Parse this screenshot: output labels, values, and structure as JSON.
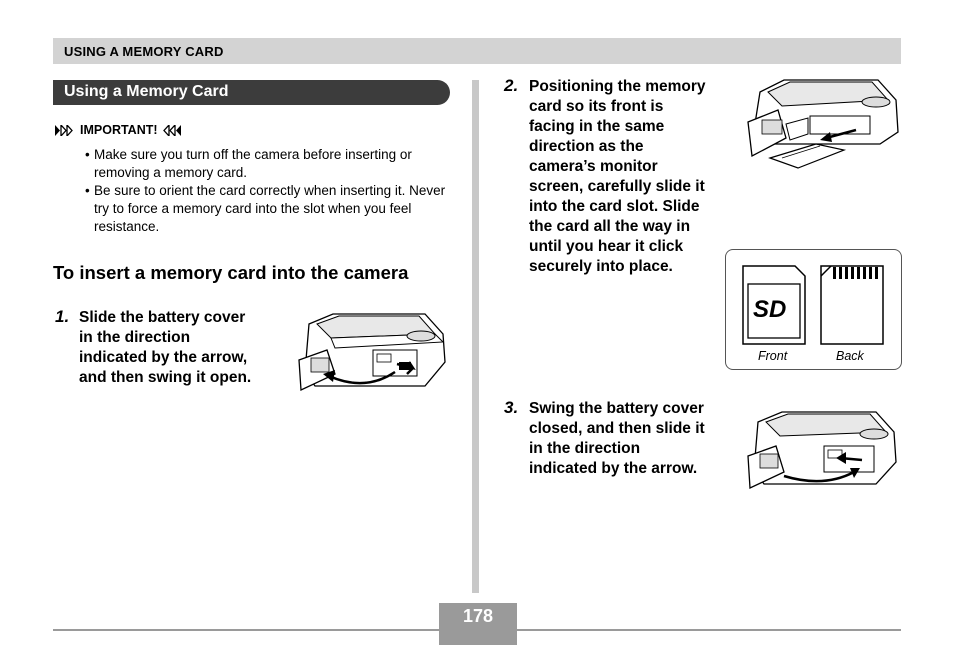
{
  "header": {
    "title": "USING A MEMORY CARD"
  },
  "section": {
    "title": "Using a Memory Card"
  },
  "important": {
    "label": "IMPORTANT!",
    "bullets": [
      "Make sure you turn off the camera before inserting or removing a memory card.",
      "Be sure to orient the card correctly when inserting it. Never try to force a memory card into the slot when you feel resistance."
    ]
  },
  "heading": "To insert a memory card into the camera",
  "steps": [
    {
      "num": "1.",
      "lines": [
        "Slide the battery cover",
        "in the direction",
        "indicated by the arrow,",
        "and then swing it open."
      ]
    },
    {
      "num": "2.",
      "lines": [
        "Positioning the memory",
        "card so its front is",
        "facing in the same",
        "direction as the",
        "camera’s monitor",
        "screen, carefully slide it",
        "into the card slot. Slide",
        "the card all the way in",
        "until you hear it click",
        "securely into place."
      ]
    },
    {
      "num": "3.",
      "lines": [
        "Swing the battery cover",
        "closed, and then slide it",
        "in the direction",
        "indicated by the arrow."
      ]
    }
  ],
  "card": {
    "front_label": "Front",
    "back_label": "Back",
    "logo": "SD"
  },
  "page_number": "178",
  "colors": {
    "header_bg": "#d3d3d3",
    "pill_bg": "#3c3c3c",
    "rule": "#9a9a9a"
  }
}
